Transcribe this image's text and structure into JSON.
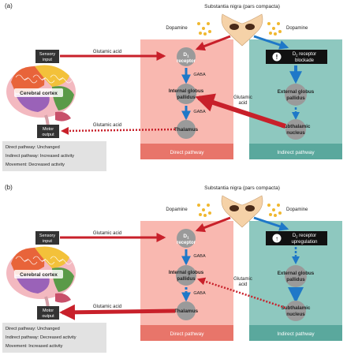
{
  "panels": [
    {
      "letter": "(a)",
      "source": "Substantia nigra (pars compacta)",
      "dopamine_left": "Dopamine",
      "dopamine_right": "Dopamine",
      "sensory_input": [
        "Sensory",
        "input"
      ],
      "motor_output": [
        "Motor",
        "output"
      ],
      "cortex": "Cerebral cortex",
      "glutamic_top": "Glutamic acid",
      "glutamic_bottom": "Glutamic acid",
      "glutamic_diag": [
        "Glutamic",
        "acid"
      ],
      "d1": [
        "D",
        "1",
        "receptor"
      ],
      "d2_box": [
        "D",
        "2",
        " receptor",
        "blockade"
      ],
      "d2_symbol": "!",
      "gaba_1": "GABA",
      "gaba_2": "GABA",
      "internal_gp": [
        "Internal globus",
        "pallidus"
      ],
      "external_gp": [
        "External globus",
        "pallidus"
      ],
      "thalamus": "Thalamus",
      "subthalamic": [
        "Subthalamic",
        "nucleus"
      ],
      "direct_label": "Direct pathway",
      "indirect_label": "Indirect pathway",
      "summary": [
        "Direct pathway: Unchanged",
        "Indirect pathway: Increased activity",
        "Movement: Decreased activity"
      ]
    },
    {
      "letter": "(b)",
      "source": "Substantia nigra (pars compacta)",
      "dopamine_left": "Dopamine",
      "dopamine_right": "Dopamine",
      "sensory_input": [
        "Sensory",
        "input"
      ],
      "motor_output": [
        "Motor",
        "output"
      ],
      "cortex": "Cerebral cortex",
      "glutamic_top": "Glutamic acid",
      "glutamic_bottom": "Glutamic acid",
      "glutamic_diag": [
        "Glutamic",
        "acid"
      ],
      "d1": [
        "D",
        "1",
        "receptor"
      ],
      "d2_box": [
        "D",
        "2",
        " receptor",
        "upregulation"
      ],
      "d2_symbol": "↑",
      "gaba_1": "GABA",
      "gaba_2": "GABA",
      "internal_gp": [
        "Internal globus",
        "pallidus"
      ],
      "external_gp": [
        "External globus",
        "pallidus"
      ],
      "thalamus": "Thalamus",
      "subthalamic": [
        "Subthalamic",
        "nucleus"
      ],
      "direct_label": "Direct pathway",
      "indirect_label": "Indirect pathway",
      "summary": [
        "Direct pathway: Unchanged",
        "Indirect pathway: Decreased activity",
        "Movement: Increased activity"
      ]
    }
  ],
  "colors": {
    "direct_bg": "#f9b8b0",
    "direct_footer": "#e8756a",
    "indirect_bg": "#8ec8bf",
    "indirect_footer": "#5aa89d",
    "arrow_red": "#c8202a",
    "arrow_blue": "#1f78c8",
    "node": "#9a9a9a",
    "dark_box": "#333333"
  }
}
